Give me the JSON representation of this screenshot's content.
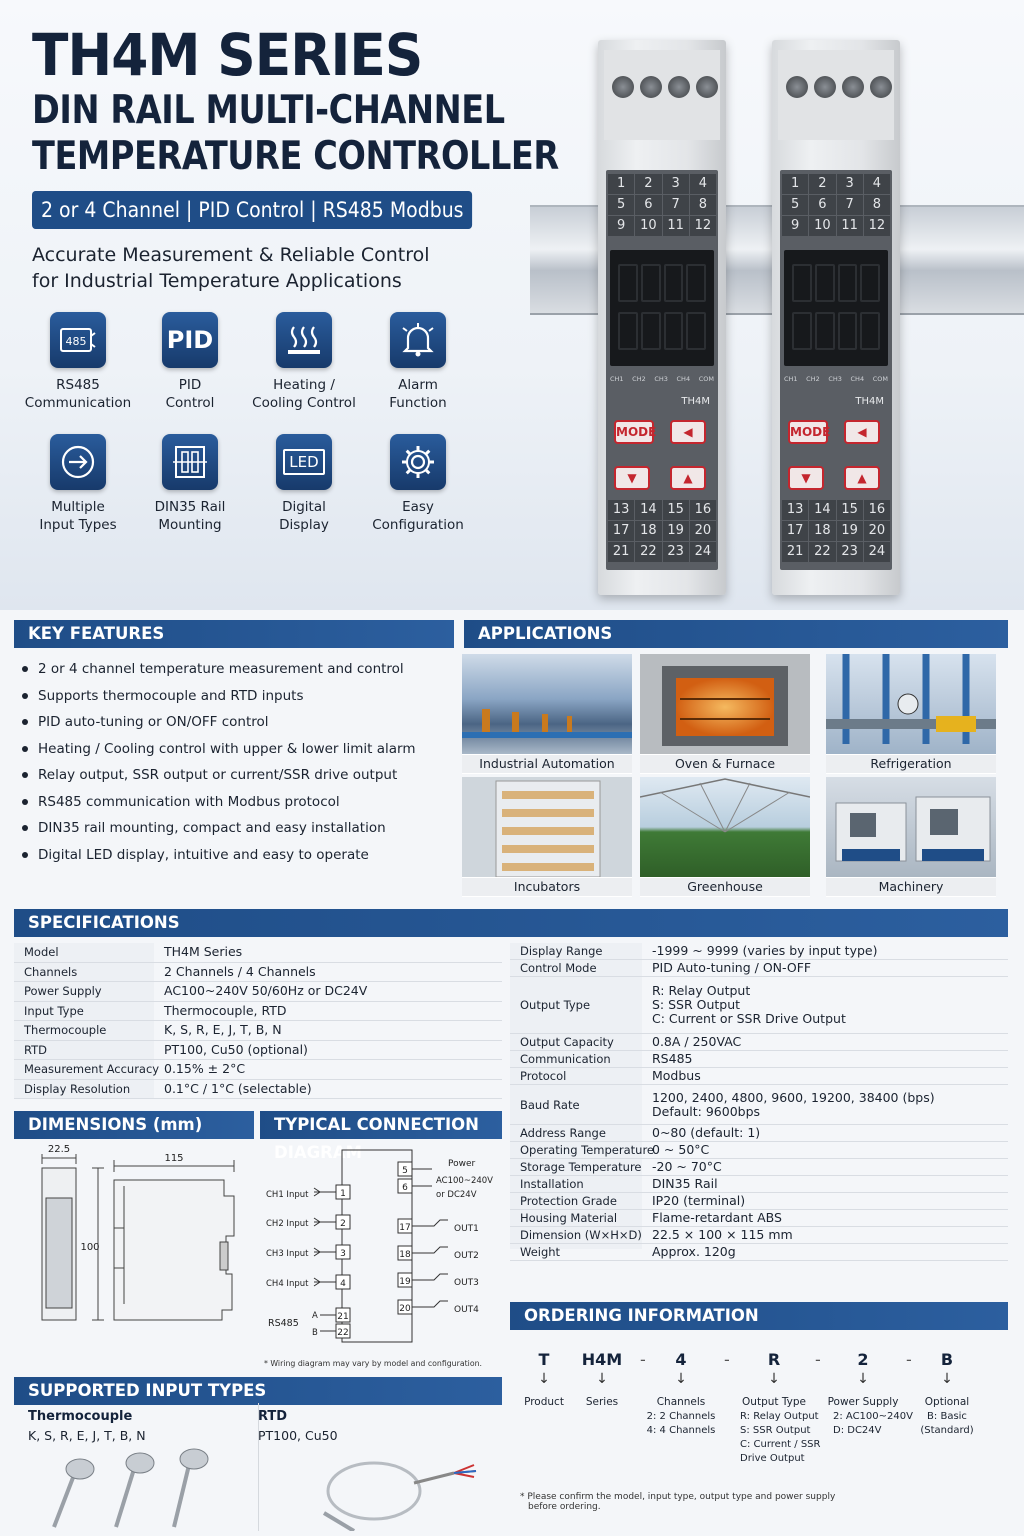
{
  "hero": {
    "title": "TH4M SERIES",
    "subtitle_line1": "DIN RAIL MULTI-CHANNEL",
    "subtitle_line2": "TEMPERATURE CONTROLLER",
    "tagline": "2 or 4 Channel | PID Control | RS485 Modbus",
    "desc_line1": "Accurate Measurement & Reliable Control",
    "desc_line2": "for Industrial Temperature Applications",
    "features": [
      {
        "icon": "rs485-icon",
        "icon_text": "485",
        "label": "RS485\nCommunication"
      },
      {
        "icon": "pid-icon",
        "icon_text": "PID",
        "label": "PID\nControl"
      },
      {
        "icon": "heating-icon",
        "icon_text": "",
        "label": "Heating /\nCooling Control"
      },
      {
        "icon": "alarm-icon",
        "icon_text": "",
        "label": "Alarm\nFunction"
      },
      {
        "icon": "input-icon",
        "icon_text": "",
        "label": "Multiple\nInput Types"
      },
      {
        "icon": "din-rail-icon",
        "icon_text": "",
        "label": "DIN35 Rail\nMounting"
      },
      {
        "icon": "led-icon",
        "icon_text": "LED",
        "label": "Digital\nDisplay"
      },
      {
        "icon": "gear-icon",
        "icon_text": "",
        "label": "Easy\nConfiguration"
      }
    ]
  },
  "device": {
    "top_terms": [
      "1",
      "2",
      "3",
      "4",
      "5",
      "6",
      "7",
      "8",
      "9",
      "10",
      "11",
      "12"
    ],
    "bottom_terms": [
      "13",
      "14",
      "15",
      "16",
      "17",
      "18",
      "19",
      "20",
      "21",
      "22",
      "23",
      "24"
    ],
    "channels": [
      "CH1",
      "CH2",
      "CH3",
      "CH4",
      "COM"
    ],
    "model": "TH4M",
    "mode_btn": "MODE"
  },
  "key_features": {
    "title": "KEY FEATURES",
    "items": [
      "2 or 4 channel temperature measurement and control",
      "Supports thermocouple and RTD inputs",
      "PID auto-tuning or ON/OFF control",
      "Heating / Cooling control with upper & lower limit alarm",
      "Relay output, SSR output or current/SSR drive output",
      "RS485 communication with Modbus protocol",
      "DIN35 rail mounting, compact and easy installation",
      "Digital LED display, intuitive and easy to operate"
    ]
  },
  "applications": {
    "title": "APPLICATIONS",
    "items": [
      "Industrial Automation",
      "Oven & Furnace",
      "Refrigeration",
      "Incubators",
      "Greenhouse",
      "Machinery"
    ]
  },
  "specs": {
    "title": "SPECIFICATIONS",
    "left": [
      {
        "k": "Model",
        "v": "TH4M Series"
      },
      {
        "k": "Channels",
        "v": "2 Channels / 4 Channels"
      },
      {
        "k": "Power Supply",
        "v": "AC100~240V  50/60Hz or DC24V"
      },
      {
        "k": "Input Type",
        "v": "Thermocouple, RTD"
      },
      {
        "k": "Thermocouple",
        "v": "K, S, R, E, J, T, B, N"
      },
      {
        "k": "RTD",
        "v": "PT100, Cu50 (optional)"
      },
      {
        "k": "Measurement Accuracy",
        "v": "0.15% ± 2°C"
      },
      {
        "k": "Display Resolution",
        "v": "0.1°C  /  1°C  (selectable)"
      }
    ],
    "right": [
      {
        "k": "Display Range",
        "v": "-1999 ~ 9999             (varies by input type)"
      },
      {
        "k": "Control Mode",
        "v": "PID Auto-tuning / ON-OFF"
      },
      {
        "k": "Output Type",
        "v": "R: Relay Output\nS: SSR Output\nC: Current or SSR Drive Output"
      },
      {
        "k": "Output Capacity",
        "v": "0.8A / 250VAC"
      },
      {
        "k": "Communication",
        "v": "RS485"
      },
      {
        "k": "Protocol",
        "v": "Modbus"
      },
      {
        "k": "Baud Rate",
        "v": "1200, 2400, 4800, 9600, 19200, 38400 (bps)\nDefault: 9600bps"
      },
      {
        "k": "Address Range",
        "v": "0~80 (default: 1)"
      },
      {
        "k": "Operating Temperature",
        "v": "0 ~ 50°C"
      },
      {
        "k": "Storage Temperature",
        "v": "-20 ~ 70°C"
      },
      {
        "k": "Installation",
        "v": "DIN35 Rail"
      },
      {
        "k": "Protection Grade",
        "v": "IP20 (terminal)"
      },
      {
        "k": "Housing Material",
        "v": "Flame-retardant ABS"
      },
      {
        "k": "Dimension (W×H×D)",
        "v": "22.5 × 100 × 115 mm"
      },
      {
        "k": "Weight",
        "v": "Approx. 120g"
      }
    ]
  },
  "dimensions": {
    "title": "DIMENSIONS (mm)",
    "width": "22.5",
    "depth": "115",
    "height": "100"
  },
  "diagram": {
    "title": "TYPICAL CONNECTION DIAGRAM",
    "inputs": [
      "CH1 Input",
      "CH2 Input",
      "CH3 Input",
      "CH4 Input"
    ],
    "in_terms": [
      "1",
      "2",
      "3",
      "4"
    ],
    "rs485": "RS485",
    "rs485_a": "A",
    "rs485_b": "B",
    "rs485_terms": [
      "21",
      "22"
    ],
    "power": "Power",
    "power_spec1": "AC100~240V",
    "power_spec2": "or DC24V",
    "power_terms": [
      "5",
      "6"
    ],
    "outputs": [
      "OUT1",
      "OUT2",
      "OUT3",
      "OUT4"
    ],
    "out_terms": [
      "17",
      "18",
      "19",
      "20"
    ],
    "note": "* Wiring diagram may vary by model and configuration."
  },
  "input_types": {
    "title": "SUPPORTED INPUT TYPES",
    "tc_title": "Thermocouple",
    "tc_list": "K, S, R, E, J, T, B, N",
    "rtd_title": "RTD",
    "rtd_list": "PT100, Cu50"
  },
  "ordering": {
    "title": "ORDERING INFORMATION",
    "cols": [
      {
        "code": "T",
        "name": "Product",
        "detail": ""
      },
      {
        "code": "H4M",
        "name": "Series",
        "detail": ""
      },
      {
        "code": "4",
        "name": "Channels",
        "detail": "2: 2 Channels\n4: 4 Channels"
      },
      {
        "code": "R",
        "name": "Output Type",
        "detail": "R: Relay Output\nS: SSR Output\nC: Current / SSR\n   Drive Output"
      },
      {
        "code": "2",
        "name": "Power Supply",
        "detail": "2: AC100~240V\nD: DC24V"
      },
      {
        "code": "B",
        "name": "Optional",
        "detail": "B: Basic\n(Standard)"
      }
    ],
    "dash": "-",
    "note_line1": "* Please confirm the model, input type, output type and power supply",
    "note_line2": "before ordering."
  },
  "colors": {
    "brand": "#1f4d87",
    "accent": "#c4262e"
  }
}
